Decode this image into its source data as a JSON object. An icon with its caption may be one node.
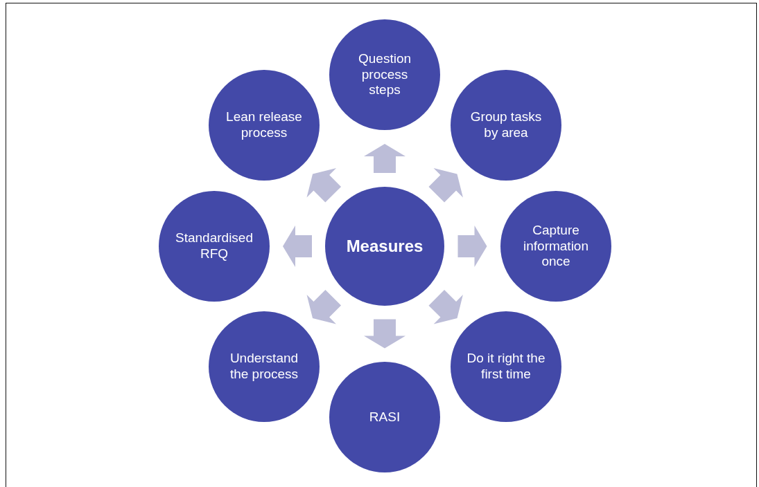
{
  "diagram": {
    "nodes": [
      {
        "text": [
          "Measures"
        ]
      },
      {
        "text": [
          "Question process steps"
        ]
      },
      {
        "text": [
          "Group tasks by area"
        ]
      },
      {
        "text": [
          "Capture information once"
        ]
      },
      {
        "text": [
          "Do it right the first time"
        ]
      },
      {
        "text": [
          "RASI"
        ]
      },
      {
        "text": [
          "Understand the process"
        ]
      },
      {
        "text": [
          "Standardised RFQ"
        ]
      },
      {
        "text": [
          "Lean release process"
        ]
      }
    ],
    "edges": [
      {
        "from": 0,
        "to": 1,
        "arrow": "to"
      },
      {
        "from": 0,
        "to": 2,
        "arrow": "to"
      },
      {
        "from": 0,
        "to": 3,
        "arrow": "to"
      },
      {
        "from": 0,
        "to": 4,
        "arrow": "to"
      },
      {
        "from": 0,
        "to": 5,
        "arrow": "to"
      },
      {
        "from": 0,
        "to": 6,
        "arrow": "to"
      },
      {
        "from": 0,
        "to": 7,
        "arrow": "to"
      },
      {
        "from": 0,
        "to": 8,
        "arrow": "to"
      }
    ]
  }
}
